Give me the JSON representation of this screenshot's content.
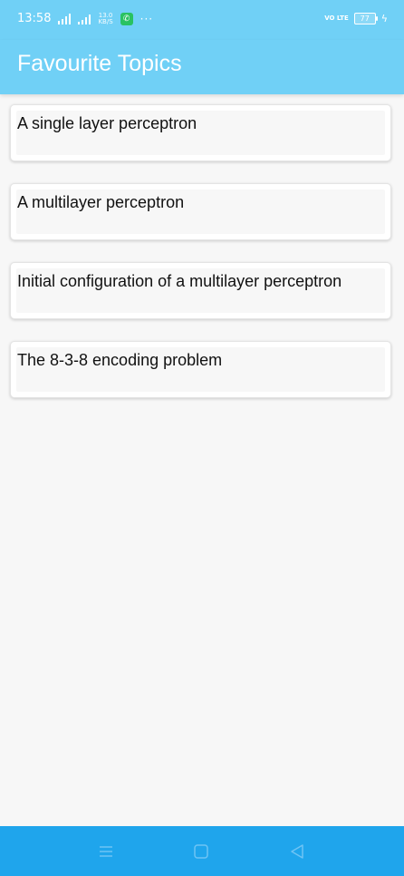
{
  "status_bar": {
    "time": "13:58",
    "network_speed_value": "13.0",
    "network_speed_unit": "KB/S",
    "volte": "VO LTE",
    "battery": "77",
    "icons": [
      "signal-icon",
      "signal-icon",
      "call-icon",
      "more-dots-icon",
      "volte-icon",
      "battery-icon",
      "charging-icon"
    ]
  },
  "app_bar": {
    "title": "Favourite Topics"
  },
  "topics": [
    {
      "label": "A single layer perceptron"
    },
    {
      "label": "A multilayer perceptron"
    },
    {
      "label": "Initial configuration of a multilayer perceptron"
    },
    {
      "label": "The 8-3-8 encoding problem"
    }
  ],
  "nav_bar": {
    "icons": [
      "menu-icon",
      "home-icon",
      "back-icon"
    ]
  },
  "colors": {
    "app_bar": "#70d0f6",
    "nav_bar": "#1fa5ec",
    "background": "#f7f7f7"
  }
}
